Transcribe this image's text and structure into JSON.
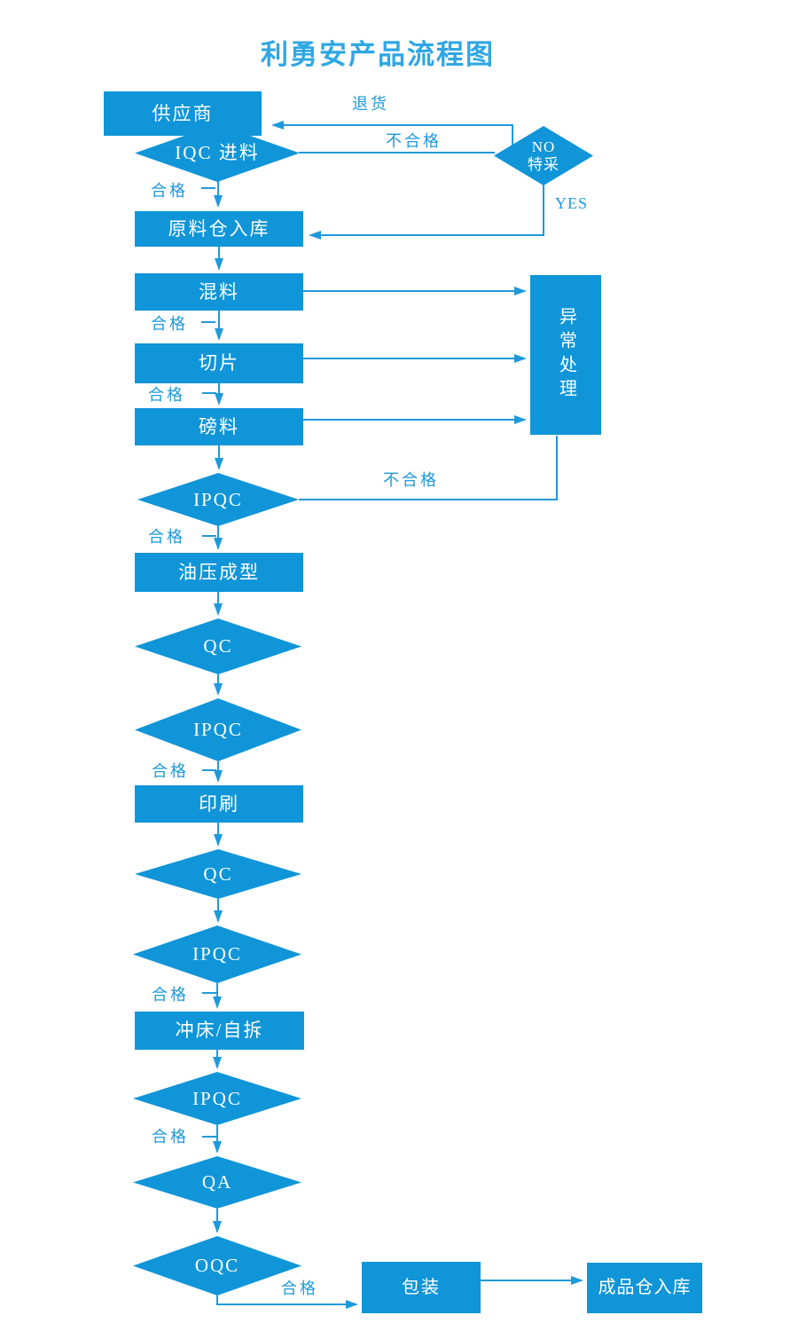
{
  "title": "利勇安产品流程图",
  "colors": {
    "shape_blue": "#1095D8",
    "line_blue": "#2099DA",
    "title_blue": "#2FA7E3",
    "background": "#FFFFFF",
    "shape_text": "#FFFFFF"
  },
  "nodes": {
    "supplier": "供应商",
    "iqc_incoming": "IQC 进料",
    "special_accept": {
      "line1": "NO",
      "line2": "特采"
    },
    "raw_material_warehouse": "原料仓入库",
    "mixing": "混料",
    "slicing": "切片",
    "weighing": "磅料",
    "exception_handling": "异常处理",
    "ipqc_1": "IPQC",
    "hydraulic_forming": "油压成型",
    "qc_1": "QC",
    "ipqc_2": "IPQC",
    "printing": "印刷",
    "qc_2": "QC",
    "ipqc_3": "IPQC",
    "punching": "冲床/自拆",
    "ipqc_4": "IPQC",
    "qa": "QA",
    "oqc": "OQC",
    "packing": "包装",
    "finished_goods_warehouse": "成品仓入库"
  },
  "edge_labels": {
    "return_goods": "退货",
    "unqualified": "不合格",
    "qualified": "合格",
    "yes": "YES"
  },
  "edges": [
    {
      "from": "supplier",
      "to": "iqc_incoming"
    },
    {
      "from": "iqc_incoming",
      "to": "raw_material_warehouse",
      "label": "合格"
    },
    {
      "from": "iqc_incoming",
      "to": "special_accept",
      "label": "不合格"
    },
    {
      "from": "special_accept",
      "to": "supplier",
      "label": "退货"
    },
    {
      "from": "special_accept",
      "to": "raw_material_warehouse",
      "label": "YES"
    },
    {
      "from": "raw_material_warehouse",
      "to": "mixing"
    },
    {
      "from": "mixing",
      "to": "slicing",
      "label": "合格"
    },
    {
      "from": "slicing",
      "to": "weighing",
      "label": "合格"
    },
    {
      "from": "weighing",
      "to": "ipqc_1"
    },
    {
      "from": "mixing",
      "to": "exception_handling"
    },
    {
      "from": "slicing",
      "to": "exception_handling"
    },
    {
      "from": "weighing",
      "to": "exception_handling"
    },
    {
      "from": "ipqc_1",
      "to": "exception_handling",
      "label": "不合格"
    },
    {
      "from": "ipqc_1",
      "to": "hydraulic_forming",
      "label": "合格"
    },
    {
      "from": "hydraulic_forming",
      "to": "qc_1"
    },
    {
      "from": "qc_1",
      "to": "ipqc_2"
    },
    {
      "from": "ipqc_2",
      "to": "printing",
      "label": "合格"
    },
    {
      "from": "printing",
      "to": "qc_2"
    },
    {
      "from": "qc_2",
      "to": "ipqc_3"
    },
    {
      "from": "ipqc_3",
      "to": "punching",
      "label": "合格"
    },
    {
      "from": "punching",
      "to": "ipqc_4"
    },
    {
      "from": "ipqc_4",
      "to": "qa",
      "label": "合格"
    },
    {
      "from": "qa",
      "to": "oqc"
    },
    {
      "from": "oqc",
      "to": "packing",
      "label": "合格"
    },
    {
      "from": "packing",
      "to": "finished_goods_warehouse"
    }
  ]
}
